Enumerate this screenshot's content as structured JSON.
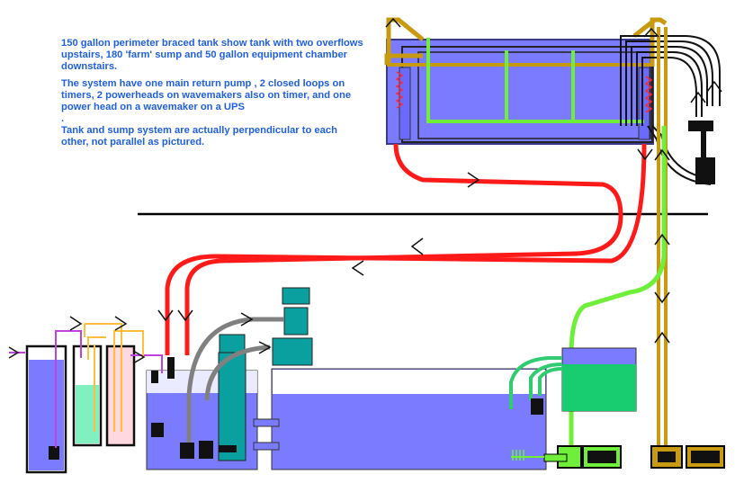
{
  "description": {
    "line1": "150 gallon perimeter braced tank show tank with two overflows upstairs, 180 'farm' sump and 50 gallon equipment chamber downstairs.",
    "line2": "The system have one main return pump , 2 closed loops on timers,  2 powerheads on wavemakers also on  timer, and one power head on a wavemaker on a UPS",
    "line3": ".",
    "line4": "Tank and sump system are actually perpendicular to each other, not parallel as pictured."
  },
  "colors": {
    "water": "#7b7bff",
    "tank_frame": "#3a3a8a",
    "overflow_pipe": "#2fd31e",
    "drain_pipe": "#ff1a1a",
    "closed_loop": "#c89a10",
    "return_pipe": "#70ef3a",
    "dosing_line": "#ffbf3a",
    "magenta_line": "#c040e0",
    "equipment": "#0aa0a0",
    "floor_line": "#000000"
  },
  "icons": [
    "flow-arrow-icon"
  ]
}
